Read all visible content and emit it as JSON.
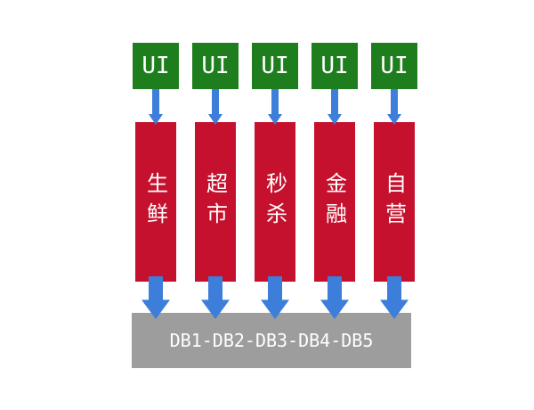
{
  "diagram": {
    "columns": [
      {
        "ui_label": "UI",
        "service_label": "生鲜"
      },
      {
        "ui_label": "UI",
        "service_label": "超市"
      },
      {
        "ui_label": "UI",
        "service_label": "秒杀"
      },
      {
        "ui_label": "UI",
        "service_label": "金融"
      },
      {
        "ui_label": "UI",
        "service_label": "自营"
      }
    ],
    "database_label": "DB1-DB2-DB3-DB4-DB5",
    "colors": {
      "ui_green": "#1e7e1e",
      "service_red": "#c5112e",
      "arrow_blue": "#3c7ed9",
      "db_gray": "#9d9d9d",
      "text_white": "#ffffff"
    }
  }
}
